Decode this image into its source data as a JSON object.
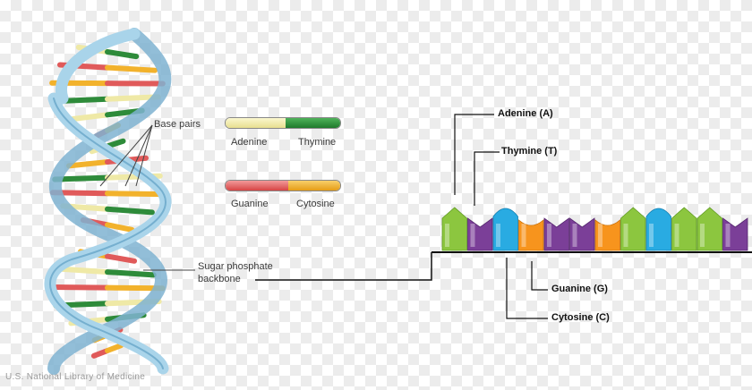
{
  "labels": {
    "base_pairs": "Base pairs",
    "adenine_key": "Adenine",
    "thymine_key": "Thymine",
    "guanine_key": "Guanine",
    "cytosine_key": "Cytosine",
    "backbone_line1": "Sugar phosphate",
    "backbone_line2": "backbone",
    "adenine_A": "Adenine (A)",
    "thymine_T": "Thymine (T)",
    "guanine_G": "Guanine (G)",
    "cytosine_C": "Cytosine (C)",
    "credit": "U.S. National Library of Medicine"
  },
  "colors": {
    "adenine": "#8cc63f",
    "thymine": "#7b3f98",
    "guanine": "#f7941d",
    "cytosine": "#29abe2",
    "key_adenine": "#efe9a6",
    "key_thymine": "#2e8b3a",
    "key_guanine": "#e05a5a",
    "key_cytosine": "#f2b22c",
    "backbone": "#9ccbe3",
    "backbone_dark": "#5f9fc3"
  },
  "strand_sequence": [
    "A",
    "T",
    "C",
    "G",
    "T",
    "T",
    "G",
    "A",
    "C",
    "A",
    "A",
    "T"
  ]
}
